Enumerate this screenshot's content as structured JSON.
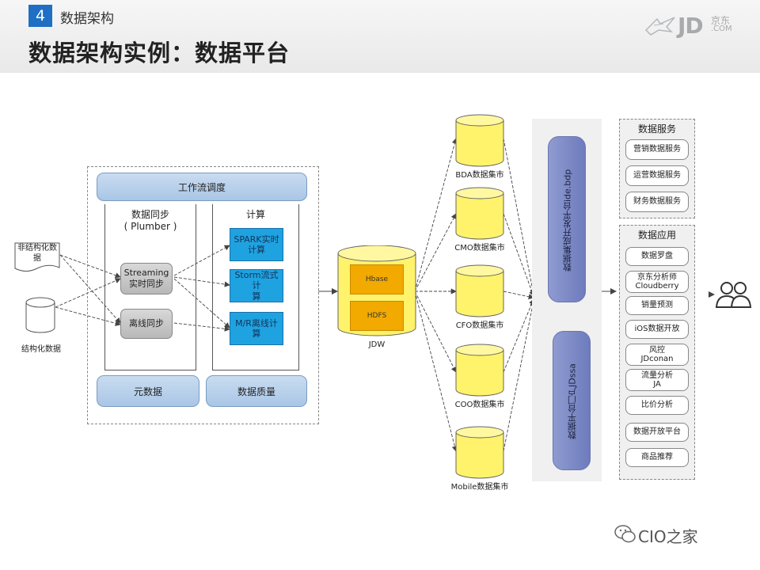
{
  "header": {
    "section_number": "4",
    "section_title": "数据架构",
    "page_title": "数据架构实例：数据平台",
    "logo_text": "JD",
    "logo_cn": "京东",
    "logo_com": ".COM"
  },
  "sources": {
    "unstructured": "非结构化数据",
    "structured": "结构化数据"
  },
  "platform": {
    "workflow": "工作流调度",
    "sync_title": "数据同步",
    "sync_subtitle": "( Plumber )",
    "streaming_line1": "Streaming",
    "streaming_line2": "实时同步",
    "offline": "离线同步",
    "compute_title": "计算",
    "spark_line1": "SPARK实时",
    "spark_line2": "计算",
    "storm_line1": "Storm流式计",
    "storm_line2": "算",
    "mr": "M/R离线计算",
    "metadata": "元数据",
    "quality": "数据质量"
  },
  "jdw": {
    "hbase": "Hbase",
    "hdfs": "HDFS",
    "label": "JDW"
  },
  "marts": [
    "BDA数据集市",
    "CMO数据集市",
    "CFO数据集市",
    "COO数据集市",
    "Mobile数据集市"
  ],
  "dev_platform": {
    "top_line1": "数据集成开发平台",
    "top_line2": "ide.bdp",
    "bottom_line1": "数据平台门户",
    "bottom_line2": "JDssa"
  },
  "services": {
    "title": "数据服务",
    "items": [
      "营销数据服务",
      "运营数据服务",
      "财务数据服务"
    ]
  },
  "applications": {
    "title": "数据应用",
    "items": [
      [
        "数据罗盘"
      ],
      [
        "京东分析师",
        "Cloudberry"
      ],
      [
        "销量预测"
      ],
      [
        "iOS数据开放"
      ],
      [
        "风控",
        "JDconan"
      ],
      [
        "流量分析",
        "JA"
      ],
      [
        "比价分析"
      ],
      [
        "数据开放平台"
      ],
      [
        "商品推荐"
      ]
    ]
  },
  "footer": {
    "watermark": "CIO之家"
  },
  "icons": {
    "users": "users-icon",
    "logo_bird": "jd-dog-logo-icon",
    "wechat": "wechat-icon",
    "document": "document-icon",
    "database": "database-icon"
  },
  "colors": {
    "accent": "#1f6fc5",
    "compute_blue": "#1fa3e0",
    "storage_orange": "#f2a900",
    "mart_yellow": "#fff36b",
    "pill_blue": "#b8d0ea",
    "platform_purple": "#7e89c6"
  }
}
